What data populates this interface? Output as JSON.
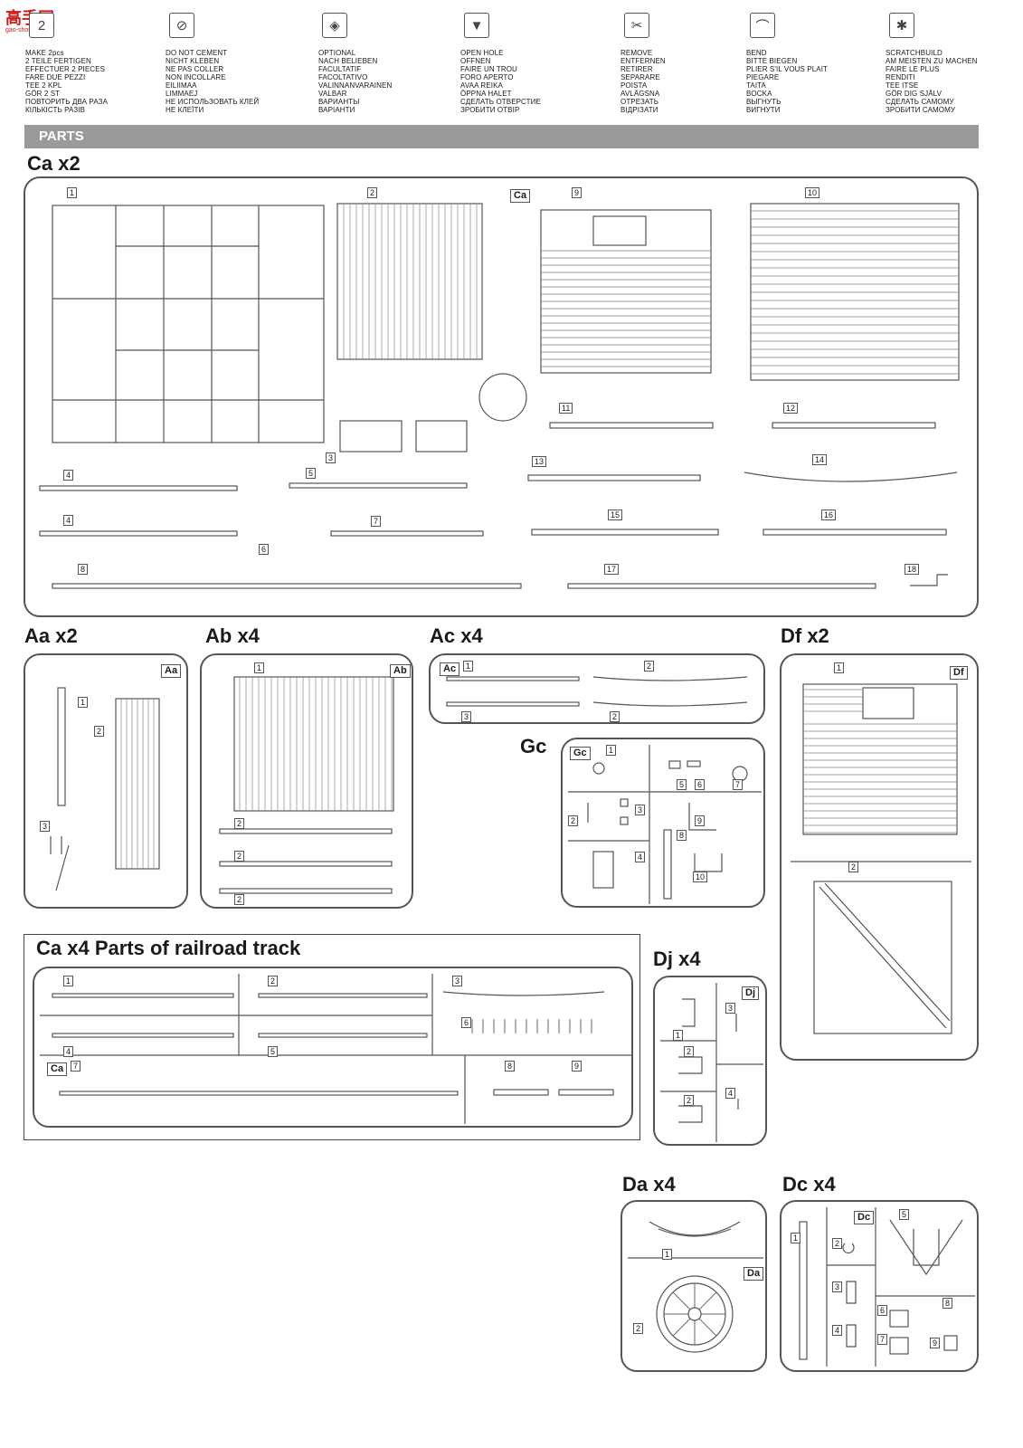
{
  "watermark": {
    "text": "高手网",
    "sub": "gao-shou.com"
  },
  "legend": [
    {
      "icon": "two-parts-icon",
      "glyph": "2",
      "lines": [
        "MAKE 2pcs",
        "2 TEILE FERTIGEN",
        "EFFECTUER 2 PIECES",
        "FARE DUE PEZZI",
        "TEE 2 KPL",
        "GÖR 2 ST",
        "ПОВТОРИТЬ ДВА РАЗА",
        "КІЛЬКІСТЬ РАЗІВ"
      ]
    },
    {
      "icon": "no-glue-icon",
      "glyph": "⊘",
      "lines": [
        "DO NOT CEMENT",
        "NICHT KLEBEN",
        "NE PAS COLLER",
        "NON INCOLLARE",
        "EILIIMAA",
        "LIMMAEJ",
        "НЕ ИСПОЛЬЗОВАТЬ КЛЕЙ",
        "НЕ КЛЕЇТИ"
      ]
    },
    {
      "icon": "optional-icon",
      "glyph": "◈",
      "lines": [
        "OPTIONAL",
        "NACH BELIEBEN",
        "FACULTATIF",
        "FACOLTATIVO",
        "VALINNANVARAINEN",
        "VALBAR",
        "ВАРИАНТЫ",
        "ВАРІАНТИ"
      ]
    },
    {
      "icon": "open-hole-icon",
      "glyph": "▼",
      "lines": [
        "OPEN  HOLE",
        "OFFNEN",
        "FAIRE UN TROU",
        "FORO APERTO",
        "AVAA REIKA",
        "ÖPPNA HALET",
        "СДЕЛАТЬ ОТВЕРСТИЕ",
        "ЗРОБИТИ ОТВІР"
      ]
    },
    {
      "icon": "remove-icon",
      "glyph": "✂",
      "lines": [
        "REMOVE",
        "ENTFERNEN",
        "RETIRER",
        "SEPARARE",
        "POISTA",
        "AVLÄGSNA",
        "ОТРЕЗАТЬ",
        "ВІДРІЗАТИ"
      ]
    },
    {
      "icon": "bend-icon",
      "glyph": "⌒",
      "lines": [
        "BEND",
        "BITTE BIEGEN",
        "PLIER S'IL VOUS PLAIT",
        "PIEGARE",
        "TAITA",
        "BOCKA",
        "ВЫГНУТЬ",
        "ВИГНУТИ"
      ]
    },
    {
      "icon": "scratchbuild-icon",
      "glyph": "✱",
      "lines": [
        "SCRATCHBUILD",
        "AM MEISTEN ZU MACHEN",
        "FAIRE LE PLUS",
        "RENDITI",
        "TEE ITSE",
        "GÖR DIG SJÄLV",
        "СДЕЛАТЬ САМОМУ",
        "ЗРОБИТИ САМОМУ"
      ]
    }
  ],
  "parts_header": "PARTS",
  "sprues": [
    {
      "id": "Ca",
      "title": "Ca x2",
      "code": "Ca",
      "parts": [
        "1",
        "2",
        "3",
        "4",
        "4",
        "5",
        "6",
        "7",
        "8",
        "9",
        "10",
        "11",
        "12",
        "13",
        "14",
        "15",
        "16",
        "17",
        "18"
      ]
    },
    {
      "id": "Aa",
      "title": "Aa x2",
      "code": "Aa",
      "parts": [
        "1",
        "2",
        "3"
      ]
    },
    {
      "id": "Ab",
      "title": "Ab x4",
      "code": "Ab",
      "parts": [
        "1",
        "2",
        "2",
        "2"
      ]
    },
    {
      "id": "Ac",
      "title": "Ac x4",
      "code": "Ac",
      "parts": [
        "1",
        "2",
        "3",
        "2"
      ]
    },
    {
      "id": "Df",
      "title": "Df x2",
      "code": "Df",
      "parts": [
        "1",
        "2"
      ]
    },
    {
      "id": "Gc",
      "title": "Gc",
      "code": "Gc",
      "parts": [
        "1",
        "2",
        "3",
        "4",
        "5",
        "6",
        "7",
        "8",
        "9",
        "10"
      ]
    },
    {
      "id": "CaTrack",
      "title": "Ca x4 Parts of railroad track",
      "code": "Ca",
      "parts": [
        "1",
        "2",
        "3",
        "4",
        "5",
        "6",
        "7",
        "8",
        "9"
      ]
    },
    {
      "id": "Dj",
      "title": "Dj x4",
      "code": "Dj",
      "parts": [
        "1",
        "2",
        "2",
        "3",
        "4"
      ]
    },
    {
      "id": "Da",
      "title": "Da x4",
      "code": "Da",
      "parts": [
        "1",
        "2"
      ]
    },
    {
      "id": "Dc",
      "title": "Dc x4",
      "code": "Dc",
      "parts": [
        "1",
        "2",
        "3",
        "4",
        "5",
        "6",
        "7",
        "8",
        "9"
      ]
    }
  ]
}
